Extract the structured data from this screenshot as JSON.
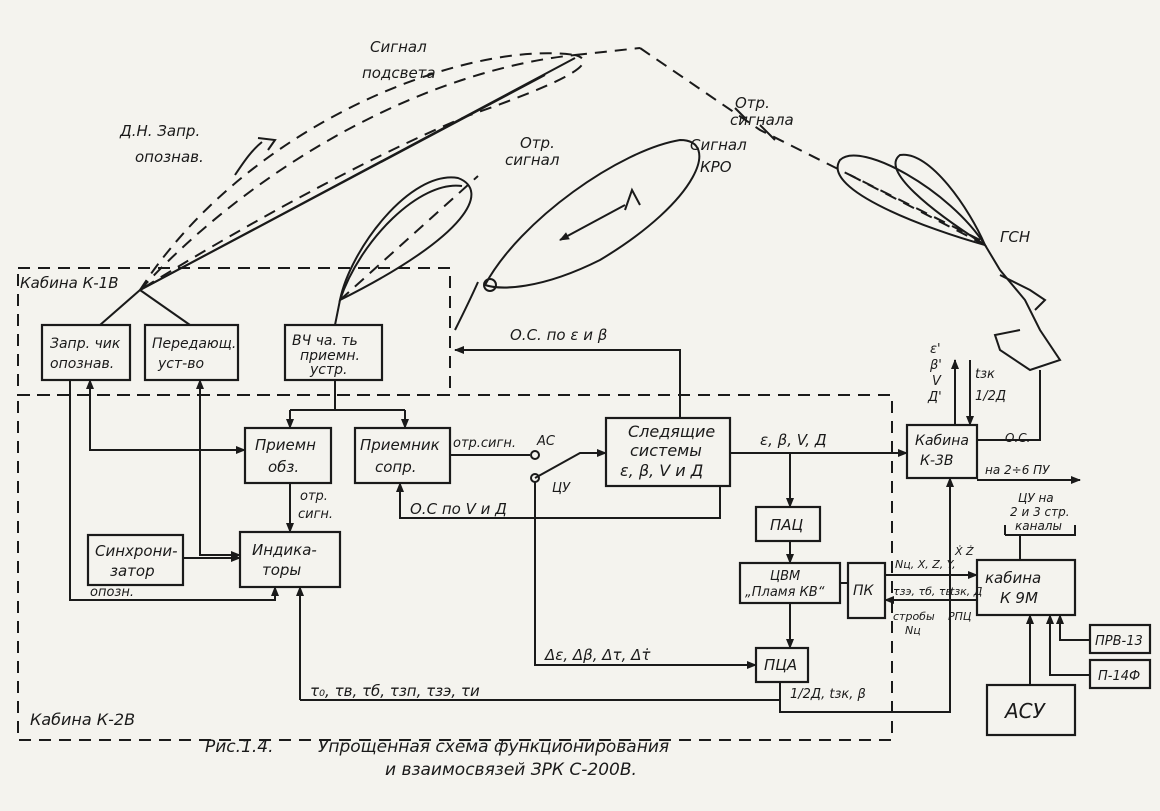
{
  "labels": {
    "illum_signal_1": "Сигнал",
    "illum_signal_2": "подсвета",
    "dn_1": "Д.Н. Запр.",
    "dn_2": "опознав.",
    "refl_signal_1": "Отр.",
    "refl_signal_2": "сигнал",
    "kro_1": "Сигнал",
    "kro_2": "КРО",
    "refl_right_1": "Отр.",
    "refl_right_2": "сигнала",
    "gsn": "ГСН",
    "cabin_k1v": "Кабина К-1В",
    "cabin_k2v": "Кабина К-2В",
    "os_e_b": "О.С. по ε и β",
    "ac": "АС",
    "cu": "ЦУ",
    "otr_sign": "отр.сигн.",
    "os_v_d": "О.С по V и Д",
    "otr_sign_2a": "отр.",
    "otr_sign_2b": "сигн.",
    "opozn": "опозн.",
    "e_b_v_d": "ε, β, V, Д",
    "delta_row": "Δε, Δβ, Δτ, Δτ̇",
    "tau_row": "τ₀, τв, τб, τзп, τзэ, τи",
    "bottom_row": "1/2Д, tзк, β",
    "e_prime": "ε'",
    "b_prime": "β'",
    "v_prime": "V",
    "d_prime": "Д'",
    "t_zk": "tзк",
    "one_2d": "1/2Д",
    "oc_right": "О.С.",
    "to_pu": "на 2÷6 ПУ",
    "cu_to_1": "ЦУ на",
    "cu_to_2": "2 и 3 стр.",
    "cu_to_3": "каналы",
    "nu_xyz": "Nц, X, Z, Y,",
    "xz_dot": "Ẋ Ż",
    "tau_right": "τзэ, τб, τв",
    "tzk_d": "tзк, Д",
    "strob_1": "стробы",
    "strob_2": "Nц",
    "rpts": "РПЦ"
  },
  "blocks": {
    "zapr_1": "Запр. чик",
    "zapr_2": "опознав.",
    "pered_1": "Передающ.",
    "pered_2": "уст-во",
    "vch_1": "ВЧ ча. ть",
    "vch_2": "приемн.",
    "vch_3": "устр.",
    "priem_obz_1": "Приемн",
    "priem_obz_2": "обз.",
    "priem_sopr_1": "Приемник",
    "priem_sopr_2": "сопр.",
    "sled_1": "Следящие",
    "sled_2": "системы",
    "sled_3": "ε, β, V и Д",
    "sinhr_1": "Синхрони-",
    "sinhr_2": "затор",
    "indik_1": "Индика-",
    "indik_2": "торы",
    "pac": "ПАЦ",
    "cvm_1": "ЦВМ",
    "cvm_2": "„Пламя КВ“",
    "pk": "ПК",
    "pca": "ПЦА",
    "k3v_1": "Кабина",
    "k3v_2": "К-3В",
    "k9m_1": "кабина",
    "k9m_2": "К 9М",
    "asu": "АСУ",
    "prv13": "ПРВ-13",
    "p14f": "П-14Ф"
  },
  "caption": {
    "fig": "Рис.1.4.",
    "line1": "Упрощенная схема функционирования",
    "line2": "и взаимосвязей ЗРК С-200В."
  }
}
